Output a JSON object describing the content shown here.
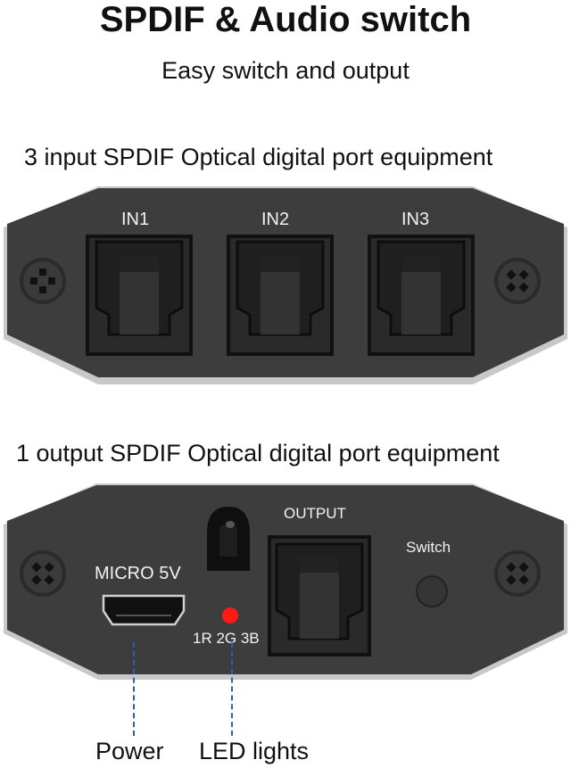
{
  "header": {
    "title": "SPDIF & Audio switch",
    "subtitle": "Easy switch and output"
  },
  "input_panel": {
    "caption": "3 input SPDIF Optical digital port equipment",
    "ports": [
      {
        "label": "IN1"
      },
      {
        "label": "IN2"
      },
      {
        "label": "IN3"
      }
    ],
    "screws": [
      "left-screw",
      "right-screw"
    ]
  },
  "output_panel": {
    "caption": "1 output SPDIF Optical digital port equipment",
    "power_port_label": "MICRO 5V",
    "output_port_label": "OUTPUT",
    "switch_label": "Switch",
    "led_legend": "1R 2G 3B",
    "led_color": "#ff1a1a"
  },
  "callouts": {
    "power": "Power",
    "led": "LED lights",
    "line_color": "#2b5fbf"
  },
  "colors": {
    "panel_body": "#3d3d3d",
    "panel_edge": "#c8c8c8",
    "port_face": "#262626"
  }
}
